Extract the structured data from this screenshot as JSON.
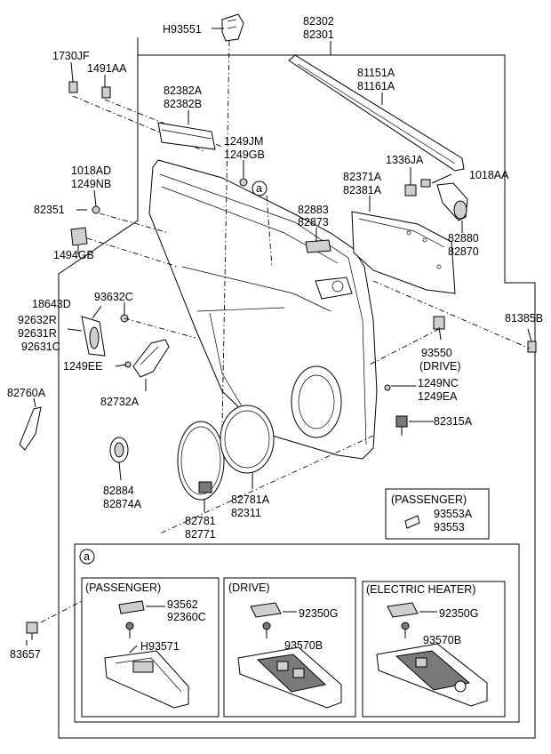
{
  "labels": {
    "h93551": "H93551",
    "p82302": "82302",
    "p82301": "82301",
    "p1730jf": "1730JF",
    "p1491aa": "1491AA",
    "p81151a": "81151A",
    "p81161a": "81161A",
    "p82382a": "82382A",
    "p82382b": "82382B",
    "p1249jm": "1249JM",
    "p1249gb": "1249GB",
    "p1336ja": "1336JA",
    "p1018aa": "1018AA",
    "p1018ad": "1018AD",
    "p1249nb": "1249NB",
    "p82371a": "82371A",
    "p82381a": "82381A",
    "p82351": "82351",
    "p82883": "82883",
    "p82873": "82873",
    "p1494gb": "1494GB",
    "p82880": "82880",
    "p82870": "82870",
    "p18643d": "18643D",
    "p93632c": "93632C",
    "p92632r": "92632R",
    "p92631r": "92631R",
    "p92631c": "92631C",
    "p81385b": "81385B",
    "p93550": "93550",
    "drive_note": "(DRIVE)",
    "p1249ee": "1249EE",
    "p1249nc": "1249NC",
    "p1249ea": "1249EA",
    "p82760a": "82760A",
    "p82732a": "82732A",
    "p82315a": "82315A",
    "passenger_note": "(PASSENGER)",
    "p93553a": "93553A",
    "p93553": "93553",
    "p82884": "82884",
    "p82874a": "82874A",
    "p82781": "82781",
    "p82771": "82771",
    "p82781a": "82781A",
    "p82311": "82311",
    "p83657": "83657",
    "callout_a": "a"
  },
  "detail": {
    "callout": "a",
    "passenger": {
      "title": "(PASSENGER)",
      "p93562": "93562",
      "p92360c": "92360C",
      "h93571": "H93571"
    },
    "drive": {
      "title": "(DRIVE)",
      "p92350g": "92350G",
      "p93570b": "93570B"
    },
    "electric_heater": {
      "title": "(ELECTRIC HEATER)",
      "p92350g": "92350G",
      "p93570b": "93570B"
    }
  }
}
